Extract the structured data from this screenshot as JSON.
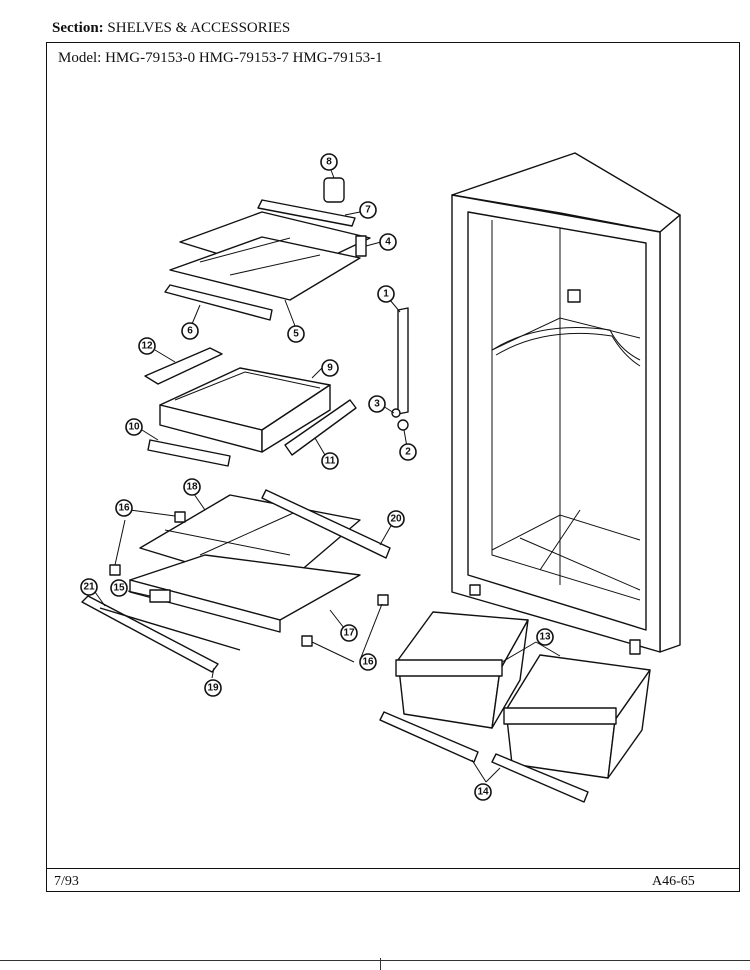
{
  "header": {
    "section_label": "Section:",
    "section_name": "SHELVES & ACCESSORIES",
    "model_label": "Model:",
    "models": "HMG-79153-0  HMG-79153-7  HMG-79153-1"
  },
  "footer": {
    "date": "7/93",
    "code": "A46-65"
  },
  "callouts": {
    "c1": "1",
    "c2": "2",
    "c3": "3",
    "c4": "4",
    "c5": "5",
    "c6": "6",
    "c7": "7",
    "c8": "8",
    "c9": "9",
    "c10": "10",
    "c11": "11",
    "c12": "12",
    "c13": "13",
    "c14": "14",
    "c15": "15",
    "c16a": "16",
    "c16b": "16",
    "c17": "17",
    "c18": "18",
    "c19": "19",
    "c20": "20",
    "c21": "21"
  }
}
